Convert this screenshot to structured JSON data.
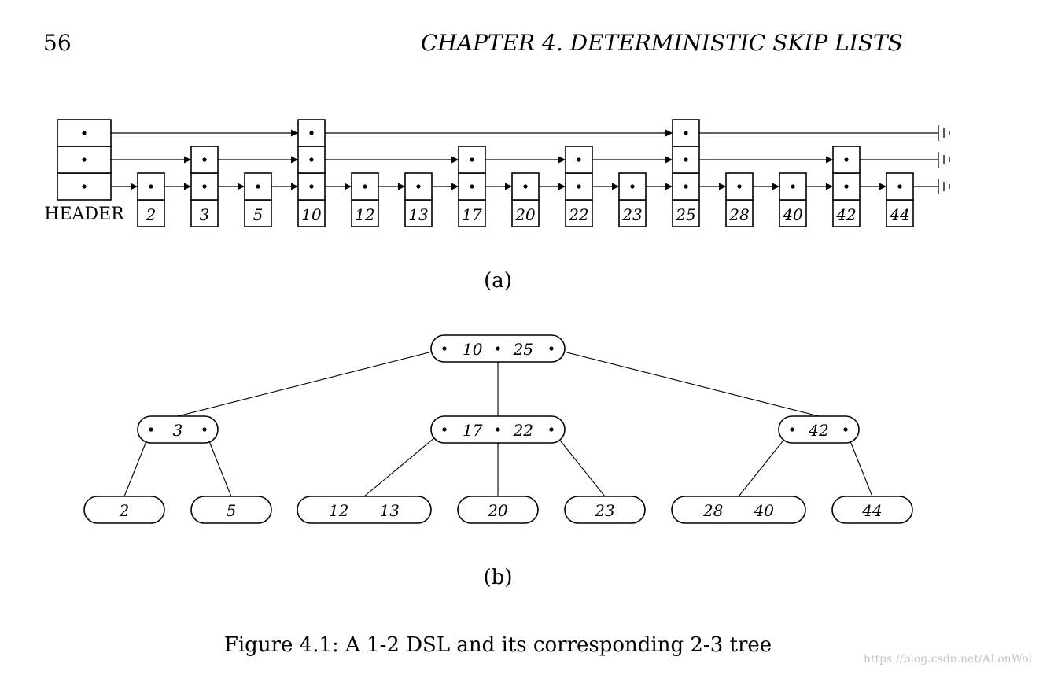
{
  "page": {
    "number": "56",
    "running_head": "CHAPTER 4.  DETERMINISTIC SKIP LISTS"
  },
  "figure": {
    "caption": "Figure 4.1: A 1-2 DSL and its corresponding 2-3 tree",
    "watermark": "https://blog.csdn.net/ALonWol",
    "skip_list": {
      "label": "(a)",
      "header_label": "HEADER",
      "header_levels": 3,
      "nodes": [
        {
          "key": "2",
          "height": 1
        },
        {
          "key": "3",
          "height": 2
        },
        {
          "key": "5",
          "height": 1
        },
        {
          "key": "10",
          "height": 3
        },
        {
          "key": "12",
          "height": 1
        },
        {
          "key": "13",
          "height": 1
        },
        {
          "key": "17",
          "height": 2
        },
        {
          "key": "20",
          "height": 1
        },
        {
          "key": "22",
          "height": 2
        },
        {
          "key": "23",
          "height": 1
        },
        {
          "key": "25",
          "height": 3
        },
        {
          "key": "28",
          "height": 1
        },
        {
          "key": "40",
          "height": 1
        },
        {
          "key": "42",
          "height": 2
        },
        {
          "key": "44",
          "height": 1
        }
      ]
    },
    "tree": {
      "label": "(b)",
      "root": {
        "keys": [
          "10",
          "25"
        ]
      },
      "internal": [
        {
          "keys": [
            "3"
          ]
        },
        {
          "keys": [
            "17",
            "22"
          ]
        },
        {
          "keys": [
            "42"
          ]
        }
      ],
      "leaves": [
        {
          "keys": [
            "2"
          ]
        },
        {
          "keys": [
            "5"
          ]
        },
        {
          "keys": [
            "12",
            "13"
          ]
        },
        {
          "keys": [
            "20"
          ]
        },
        {
          "keys": [
            "23"
          ]
        },
        {
          "keys": [
            "28",
            "40"
          ]
        },
        {
          "keys": [
            "44"
          ]
        }
      ]
    }
  }
}
